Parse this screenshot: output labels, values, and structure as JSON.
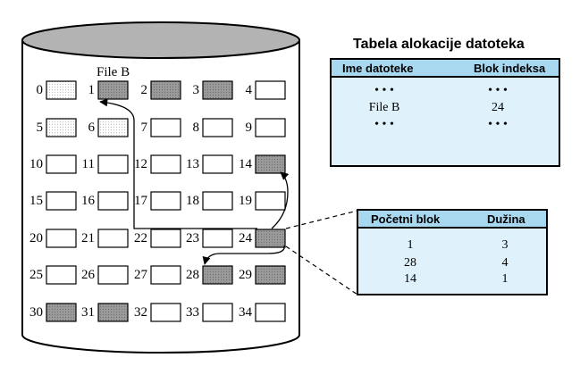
{
  "disk": {
    "file_label": "File B",
    "blocks": [
      {
        "n": "0",
        "shaded": false,
        "pattern": "dot"
      },
      {
        "n": "1",
        "shaded": true
      },
      {
        "n": "2",
        "shaded": true
      },
      {
        "n": "3",
        "shaded": true
      },
      {
        "n": "4",
        "shaded": false
      },
      {
        "n": "5",
        "shaded": false,
        "pattern": "dot"
      },
      {
        "n": "6",
        "shaded": false,
        "pattern": "dot"
      },
      {
        "n": "7",
        "shaded": false
      },
      {
        "n": "8",
        "shaded": false
      },
      {
        "n": "9",
        "shaded": false
      },
      {
        "n": "10",
        "shaded": false
      },
      {
        "n": "11",
        "shaded": false
      },
      {
        "n": "12",
        "shaded": false
      },
      {
        "n": "13",
        "shaded": false
      },
      {
        "n": "14",
        "shaded": true
      },
      {
        "n": "15",
        "shaded": false
      },
      {
        "n": "16",
        "shaded": false
      },
      {
        "n": "17",
        "shaded": false
      },
      {
        "n": "18",
        "shaded": false
      },
      {
        "n": "19",
        "shaded": false
      },
      {
        "n": "20",
        "shaded": false
      },
      {
        "n": "21",
        "shaded": false
      },
      {
        "n": "22",
        "shaded": false
      },
      {
        "n": "23",
        "shaded": false
      },
      {
        "n": "24",
        "shaded": true
      },
      {
        "n": "25",
        "shaded": false
      },
      {
        "n": "26",
        "shaded": false
      },
      {
        "n": "27",
        "shaded": false
      },
      {
        "n": "28",
        "shaded": true
      },
      {
        "n": "29",
        "shaded": true
      },
      {
        "n": "30",
        "shaded": true
      },
      {
        "n": "31",
        "shaded": true
      },
      {
        "n": "32",
        "shaded": false
      },
      {
        "n": "33",
        "shaded": false
      },
      {
        "n": "34",
        "shaded": false
      }
    ]
  },
  "fat": {
    "title": "Tabela alokacije datoteka",
    "col1": "Ime datoteke",
    "col2": "Blok indeksa",
    "rows": [
      [
        "• • •",
        "• • •"
      ],
      [
        "File B",
        "24"
      ],
      [
        "• • •",
        "• • •"
      ]
    ]
  },
  "index_block": {
    "col1": "Početni blok",
    "col2": "Dužina",
    "rows": [
      [
        "1",
        "3"
      ],
      [
        "28",
        "4"
      ],
      [
        "14",
        "1"
      ]
    ]
  },
  "colors": {
    "header_blue": "#a8d8f0",
    "body_blue": "#dff1fb",
    "shaded_block": "#9a9a9a",
    "disk_top": "#b3b3b3"
  }
}
